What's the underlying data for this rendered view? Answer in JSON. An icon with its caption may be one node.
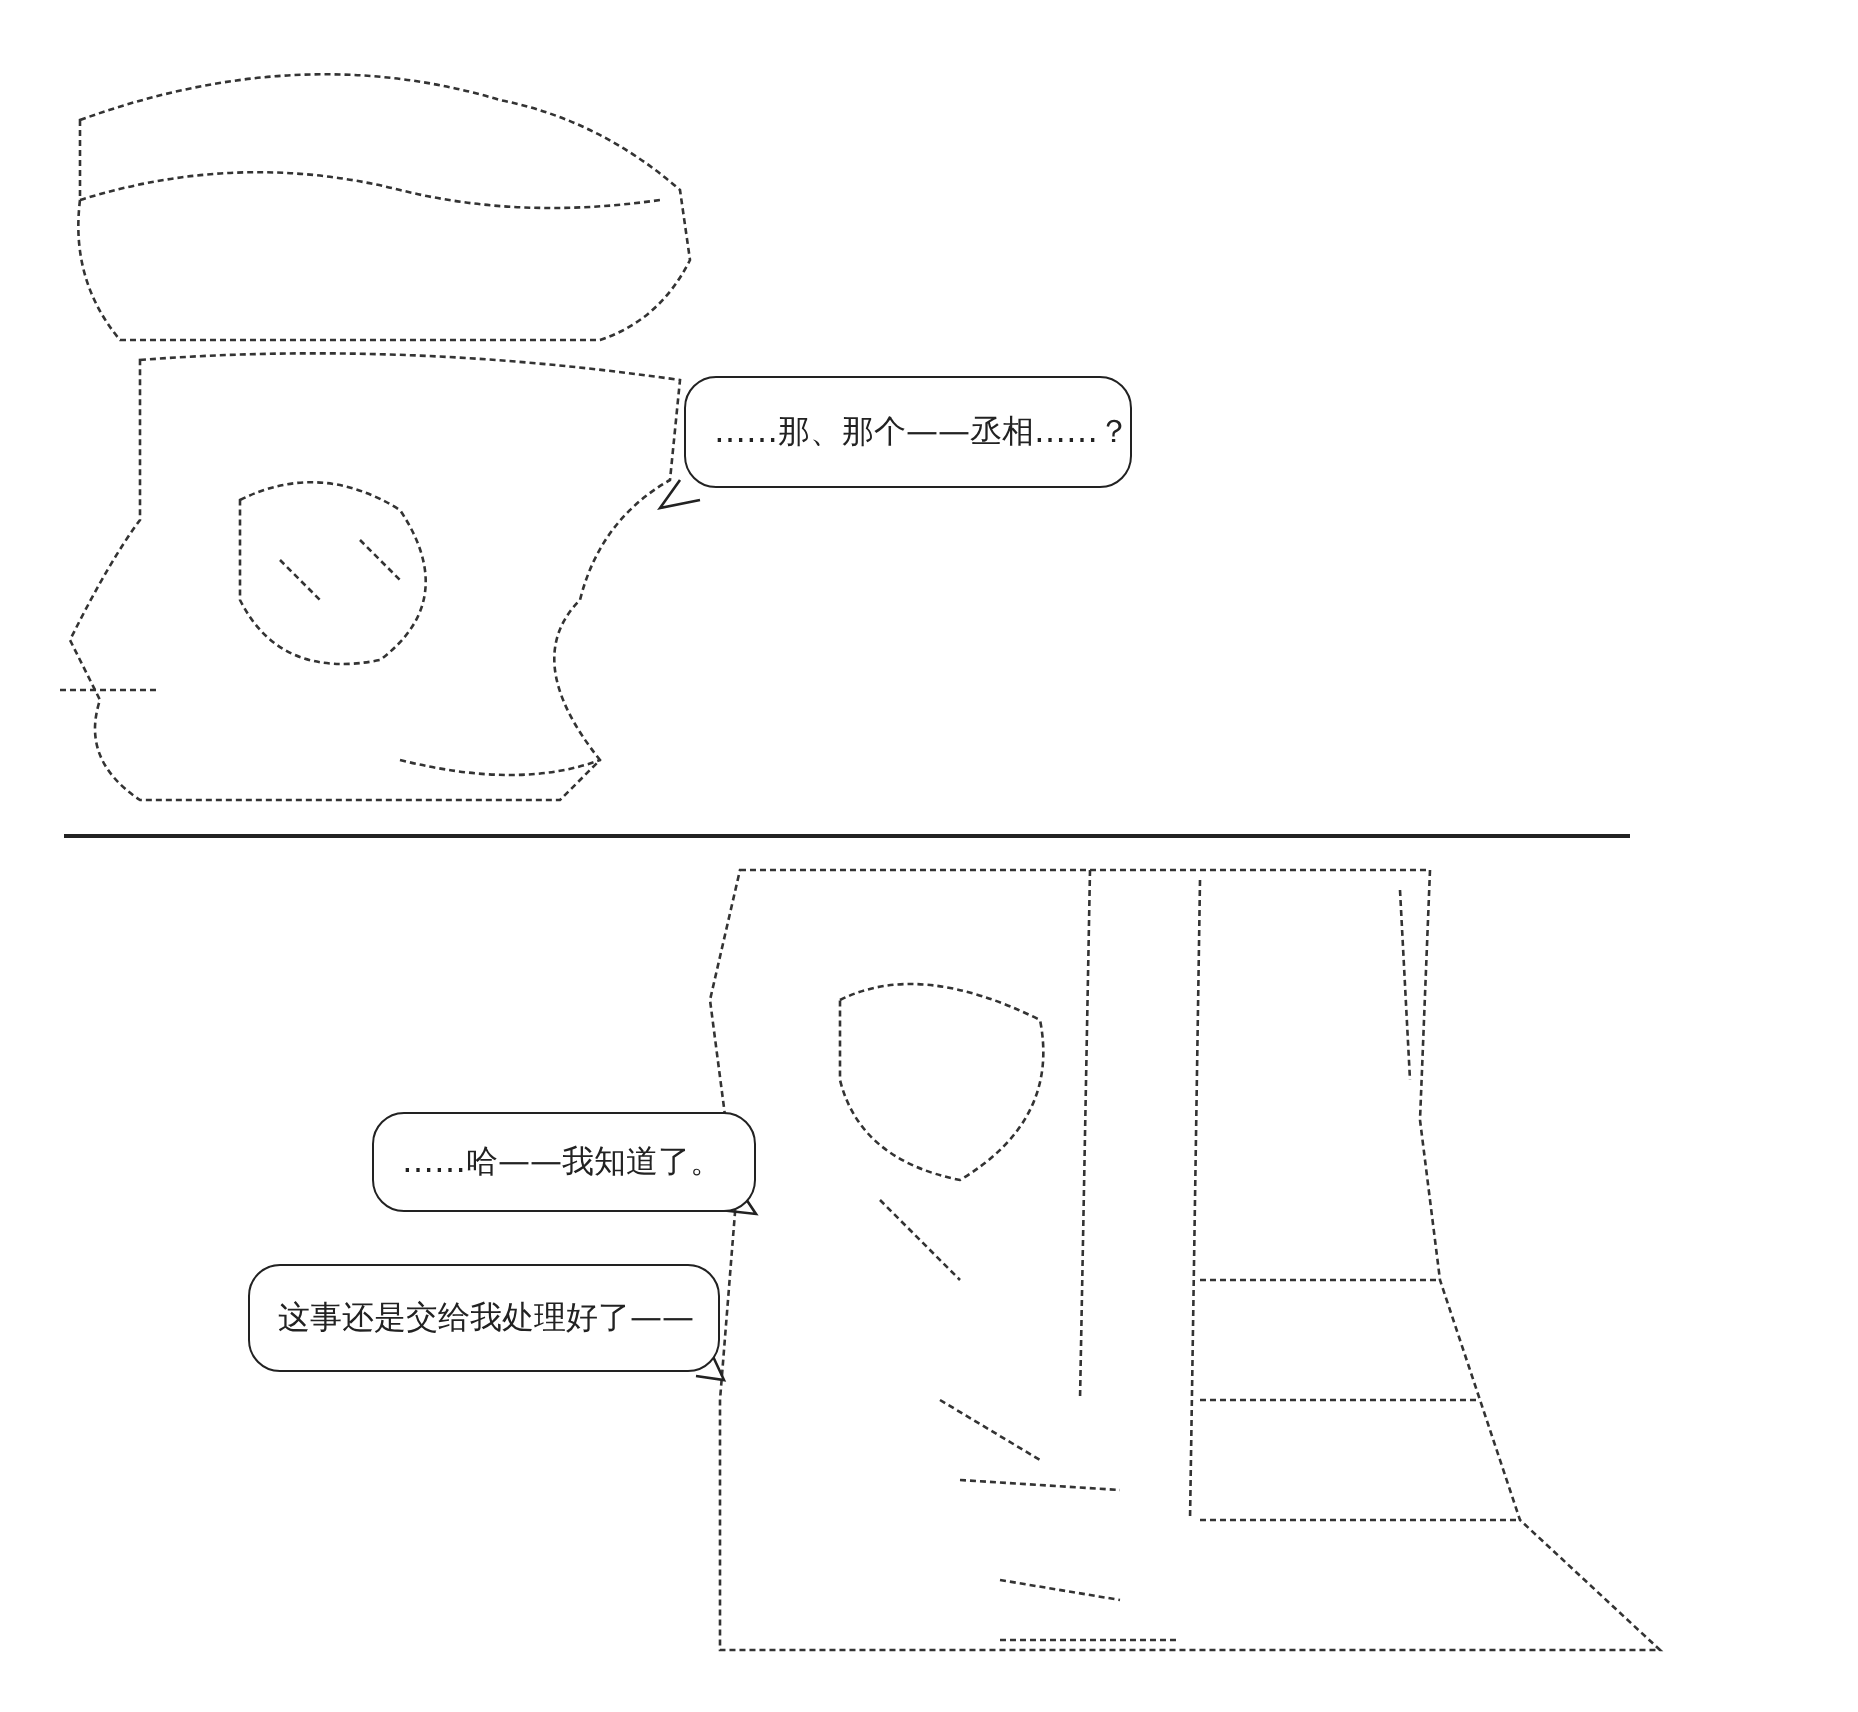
{
  "diagram": {
    "nodes": [
      {
        "text": [
          "……那、那个——丞相……？"
        ]
      },
      {
        "text": [
          "……哈——我知道了。"
        ]
      },
      {
        "text": [
          "这事还是交给我处理好了——"
        ]
      }
    ]
  }
}
